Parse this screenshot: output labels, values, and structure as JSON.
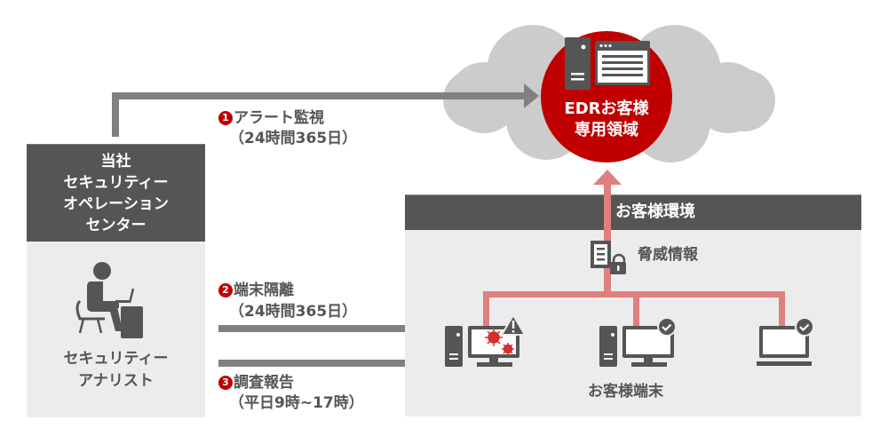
{
  "colors": {
    "dark_box": "#555555",
    "light_box": "#ececec",
    "arrow_gray": "#808080",
    "arrow_pink": "#e07f7f",
    "edr_red": "#c00000",
    "cloud_gray": "#cccccc",
    "virus_red": "#d32f2f"
  },
  "cloud": {
    "title_line1": "EDRお客様",
    "title_line2": "専用領域",
    "icons": [
      "server-icon",
      "browser-window-icon"
    ]
  },
  "soc": {
    "header_lines": [
      "当社",
      "セキュリティー",
      "オペレーション",
      "センター"
    ],
    "analyst_icon": "analyst-at-desk-icon",
    "analyst_lines": [
      "セキュリティー",
      "アナリスト"
    ]
  },
  "flows": [
    {
      "number": "1",
      "title": "アラート監視",
      "hours": "（24時間365日）"
    },
    {
      "number": "2",
      "title": "端末隔離",
      "hours": "（24時間365日）"
    },
    {
      "number": "3",
      "title": "調査報告",
      "hours": "（平日9時~17時）"
    }
  ],
  "customer_env": {
    "header": "お客様環境",
    "threat_info_label": "脅威情報",
    "threat_info_icon": "locked-document-icon",
    "terminals_label": "お客様端末",
    "terminals": [
      {
        "type": "desktop",
        "status": "infected",
        "status_icon": "warning-icon"
      },
      {
        "type": "desktop",
        "status": "ok",
        "status_icon": "check-icon"
      },
      {
        "type": "laptop",
        "status": "ok",
        "status_icon": "check-icon"
      }
    ]
  }
}
